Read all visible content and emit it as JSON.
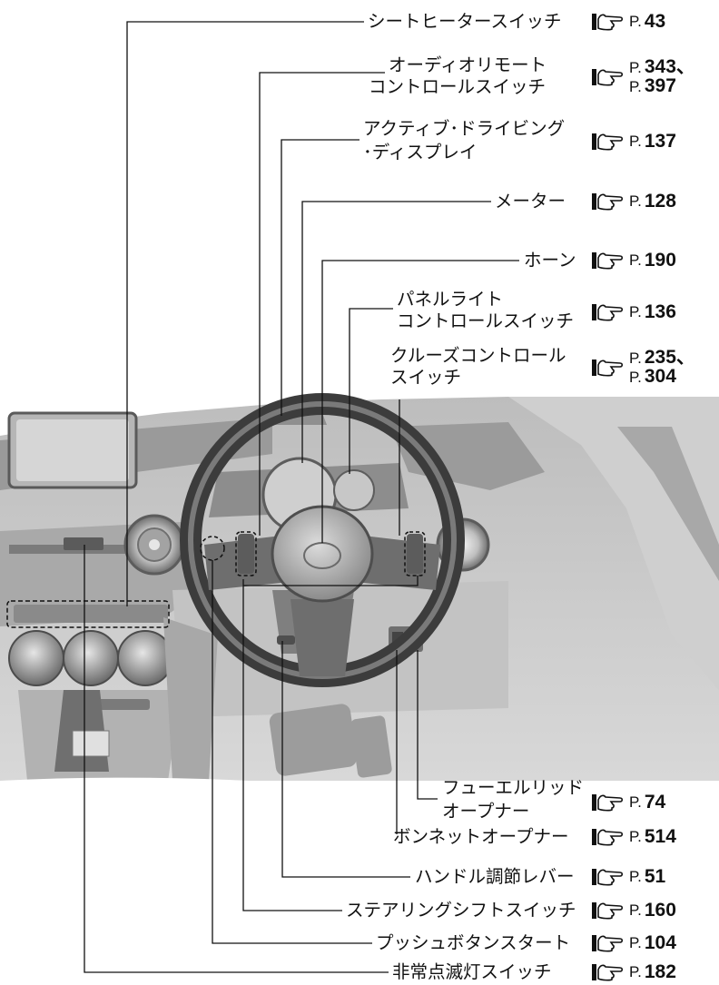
{
  "callouts": [
    {
      "id": "seat-heater",
      "label": "シートヒータースイッチ",
      "pages": [
        "43"
      ]
    },
    {
      "id": "audio-remote",
      "label_lines": [
        "オーディオリモート",
        "コントロールスイッチ"
      ],
      "pages": [
        "343、",
        "397"
      ]
    },
    {
      "id": "active-driving",
      "label_lines": [
        "アクティブ･ドライビング",
        "･ディスプレイ"
      ],
      "pages": [
        "137"
      ]
    },
    {
      "id": "meter",
      "label": "メーター",
      "pages": [
        "128"
      ]
    },
    {
      "id": "horn",
      "label": "ホーン",
      "pages": [
        "190"
      ]
    },
    {
      "id": "panel-light",
      "label_lines": [
        "パネルライト",
        "コントロールスイッチ"
      ],
      "pages": [
        "136"
      ]
    },
    {
      "id": "cruise",
      "label_lines": [
        "クルーズコントロール",
        "スイッチ"
      ],
      "pages": [
        "235、",
        "304"
      ]
    },
    {
      "id": "fuel-lid",
      "label_lines": [
        "フューエルリッド",
        "オープナー"
      ],
      "pages": [
        "74"
      ]
    },
    {
      "id": "bonnet",
      "label": "ボンネットオープナー",
      "pages": [
        "514"
      ]
    },
    {
      "id": "steering-adjust",
      "label": "ハンドル調節レバー",
      "pages": [
        "51"
      ]
    },
    {
      "id": "steering-shift",
      "label": "ステアリングシフトスイッチ",
      "pages": [
        "160"
      ]
    },
    {
      "id": "push-start",
      "label": "プッシュボタンスタート",
      "pages": [
        "104"
      ]
    },
    {
      "id": "hazard",
      "label": "非常点滅灯スイッチ",
      "pages": [
        "182"
      ]
    }
  ],
  "page_prefix": "P.",
  "reference_icon": "pointing-hand-icon"
}
